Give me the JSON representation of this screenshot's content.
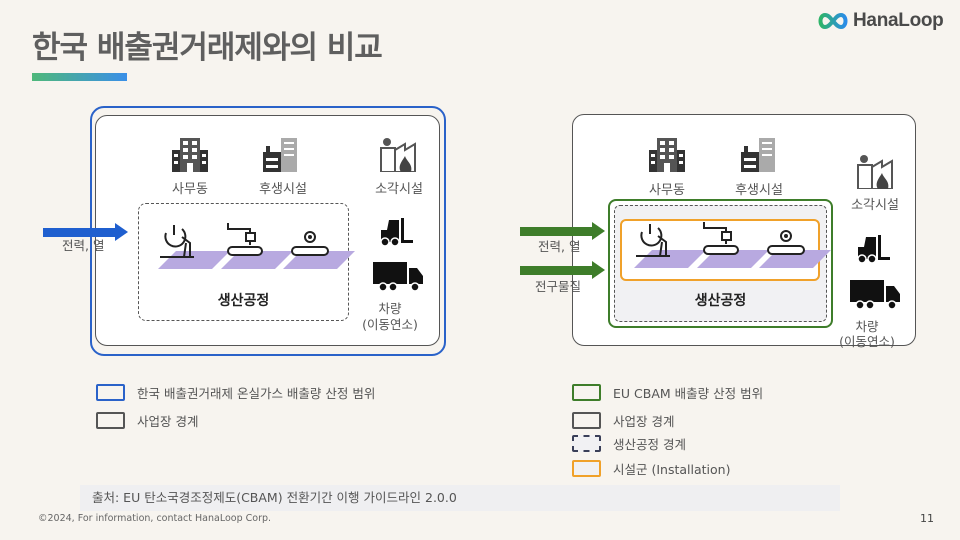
{
  "header": {
    "title": "한국 배출권거래제와의 비교",
    "logo_text": "HanaLoop",
    "logo_icon": "infinity-loop-icon",
    "colors": {
      "accent_green": "#4fb87a",
      "accent_blue": "#3a8fe8"
    }
  },
  "left_diagram": {
    "scope_color": "#2a62c9",
    "input_arrow_label": "전력, 열",
    "buildings": [
      {
        "icon": "office-building-icon",
        "label": "사무동"
      },
      {
        "icon": "welfare-facility-icon",
        "label": "후생시설"
      },
      {
        "icon": "incinerator-icon",
        "label": "소각시설"
      }
    ],
    "process_label": "생산공정",
    "process_icons": [
      "ladle-icon",
      "robot-arm-conveyor-icon",
      "gear-conveyor-icon"
    ],
    "vehicles": {
      "icons": [
        "forklift-icon",
        "truck-icon"
      ],
      "label_line1": "차량",
      "label_line2": "(이동연소)"
    }
  },
  "right_diagram": {
    "scope_color": "#3e7d2a",
    "installation_color": "#f0a12a",
    "input_arrows": [
      {
        "label": "전력, 열"
      },
      {
        "label": "전구물질"
      }
    ],
    "buildings": [
      {
        "icon": "office-building-icon",
        "label": "사무동"
      },
      {
        "icon": "welfare-facility-icon",
        "label": "후생시설"
      },
      {
        "icon": "incinerator-icon",
        "label": "소각시설"
      }
    ],
    "process_label": "생산공정",
    "process_icons": [
      "ladle-icon",
      "robot-arm-conveyor-icon",
      "gear-conveyor-icon"
    ],
    "vehicles": {
      "icons": [
        "forklift-icon",
        "truck-icon"
      ],
      "label_line1": "차량",
      "label_line2": "(이동연소)"
    }
  },
  "legend_left": [
    {
      "style": "solid-blue",
      "color": "#2a62c9",
      "label": "한국 배출권거래제 온실가스 배출량 산정 범위"
    },
    {
      "style": "solid-gray",
      "color": "#555555",
      "label": "사업장 경계"
    }
  ],
  "legend_right": [
    {
      "style": "solid-green",
      "color": "#3e7d2a",
      "label": "EU CBAM 배출량 산정 범위"
    },
    {
      "style": "solid-gray",
      "color": "#555555",
      "label": "사업장 경계"
    },
    {
      "style": "dashed-gray",
      "color": "#3a3f58",
      "label": "생산공정 경계"
    },
    {
      "style": "solid-orange",
      "color": "#f0a12a",
      "label": "시설군 (Installation)"
    }
  ],
  "source": "출처: EU 탄소국경조정제도(CBAM) 전환기간 이행 가이드라인 2.0.0",
  "footer": {
    "copyright": "©2024, For information, contact HanaLoop Corp.",
    "page_number": "11"
  }
}
